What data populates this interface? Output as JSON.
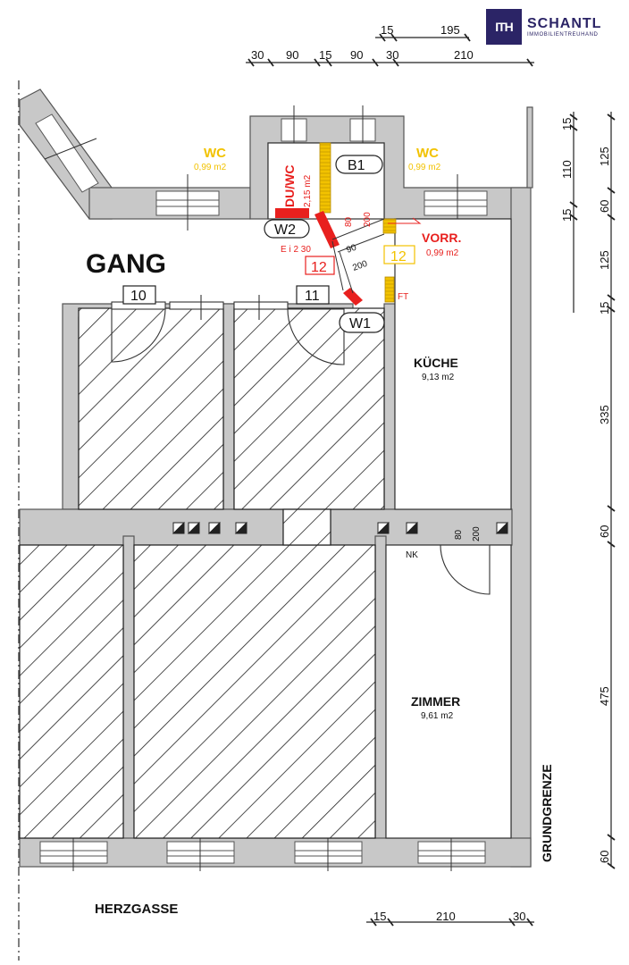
{
  "logo": {
    "mark": "ITH",
    "name": "SCHANTL",
    "subtitle": "IMMOBILIENTREUHAND"
  },
  "rooms": {
    "gang": "GANG",
    "wc_left": {
      "name": "WC",
      "area": "0,99 m2"
    },
    "wc_right": {
      "name": "WC",
      "area": "0,99 m2"
    },
    "duwc": {
      "name": "DU/WC",
      "area": "2,15 m2"
    },
    "vorr": {
      "name": "VORR.",
      "area": "0,99 m2"
    },
    "kueche": {
      "name": "KÜCHE",
      "area": "9,13 m2"
    },
    "zimmer": {
      "name": "ZIMMER",
      "area": "9,61 m2"
    }
  },
  "tags": {
    "door_10": "10",
    "door_11": "11",
    "b1": "B1",
    "w1": "W1",
    "w2": "W2",
    "red_12": "12",
    "yellow_12": "12",
    "ei": "E i 2 30",
    "ft": "FT",
    "nk": "NK"
  },
  "labels": {
    "street": "HERZGASSE",
    "boundary": "GRUNDGRENZE"
  },
  "dims": {
    "top_row1": [
      "15",
      "195"
    ],
    "top_row2": [
      "30",
      "90",
      "15",
      "90",
      "30",
      "210"
    ],
    "right_outer": [
      "125",
      "60",
      "125",
      "15",
      "335",
      "60",
      "475",
      "60"
    ],
    "right_inner": [
      "15",
      "110",
      "15"
    ],
    "bottom": [
      "15",
      "210",
      "30"
    ],
    "opening_upper": [
      "80",
      "200"
    ],
    "opening_diag": [
      "90",
      "200"
    ],
    "opening_lower": [
      "80",
      "200"
    ]
  },
  "colors": {
    "wall": "#c8c8c8",
    "wall_edge": "#555555",
    "red": "#e8201e",
    "yellow": "#f2c200",
    "logo": "#2b2466"
  }
}
